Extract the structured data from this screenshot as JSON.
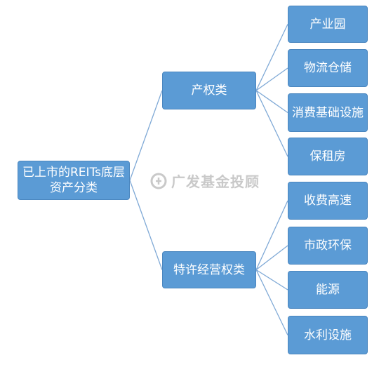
{
  "colors": {
    "node_fill": "#5b9bd5",
    "node_border": "#4a86bf",
    "node_text": "#ffffff",
    "connector": "#7fa9d6",
    "watermark": "#c9c9c9"
  },
  "root": {
    "label": "已上市的REITs底层资产分类"
  },
  "categories": [
    {
      "label": "产权类",
      "children": [
        "产业园",
        "物流仓储",
        "消费基础设施",
        "保租房"
      ]
    },
    {
      "label": "特许经营权类",
      "children": [
        "收费高速",
        "市政环保",
        "能源",
        "水利设施"
      ]
    }
  ],
  "watermark": {
    "text": "广发基金投顾",
    "icon": "gf-logo-icon"
  }
}
